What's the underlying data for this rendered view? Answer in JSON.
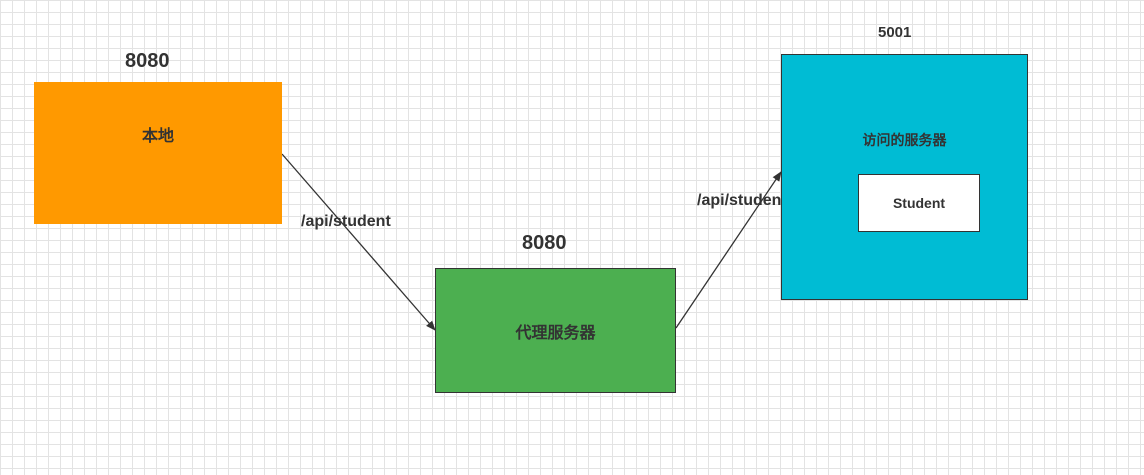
{
  "nodes": {
    "local": {
      "label": "本地",
      "port": "8080",
      "color": "#ff9900"
    },
    "proxy": {
      "label": "代理服务器",
      "port": "8080",
      "color": "#4caf50"
    },
    "target": {
      "label": "访问的服务器",
      "port": "5001",
      "color": "#00bcd4"
    },
    "student": {
      "label": "Student"
    }
  },
  "edges": [
    {
      "from": "local",
      "to": "proxy",
      "label": "/api/student"
    },
    {
      "from": "proxy",
      "to": "target",
      "label": "/api/student"
    }
  ]
}
